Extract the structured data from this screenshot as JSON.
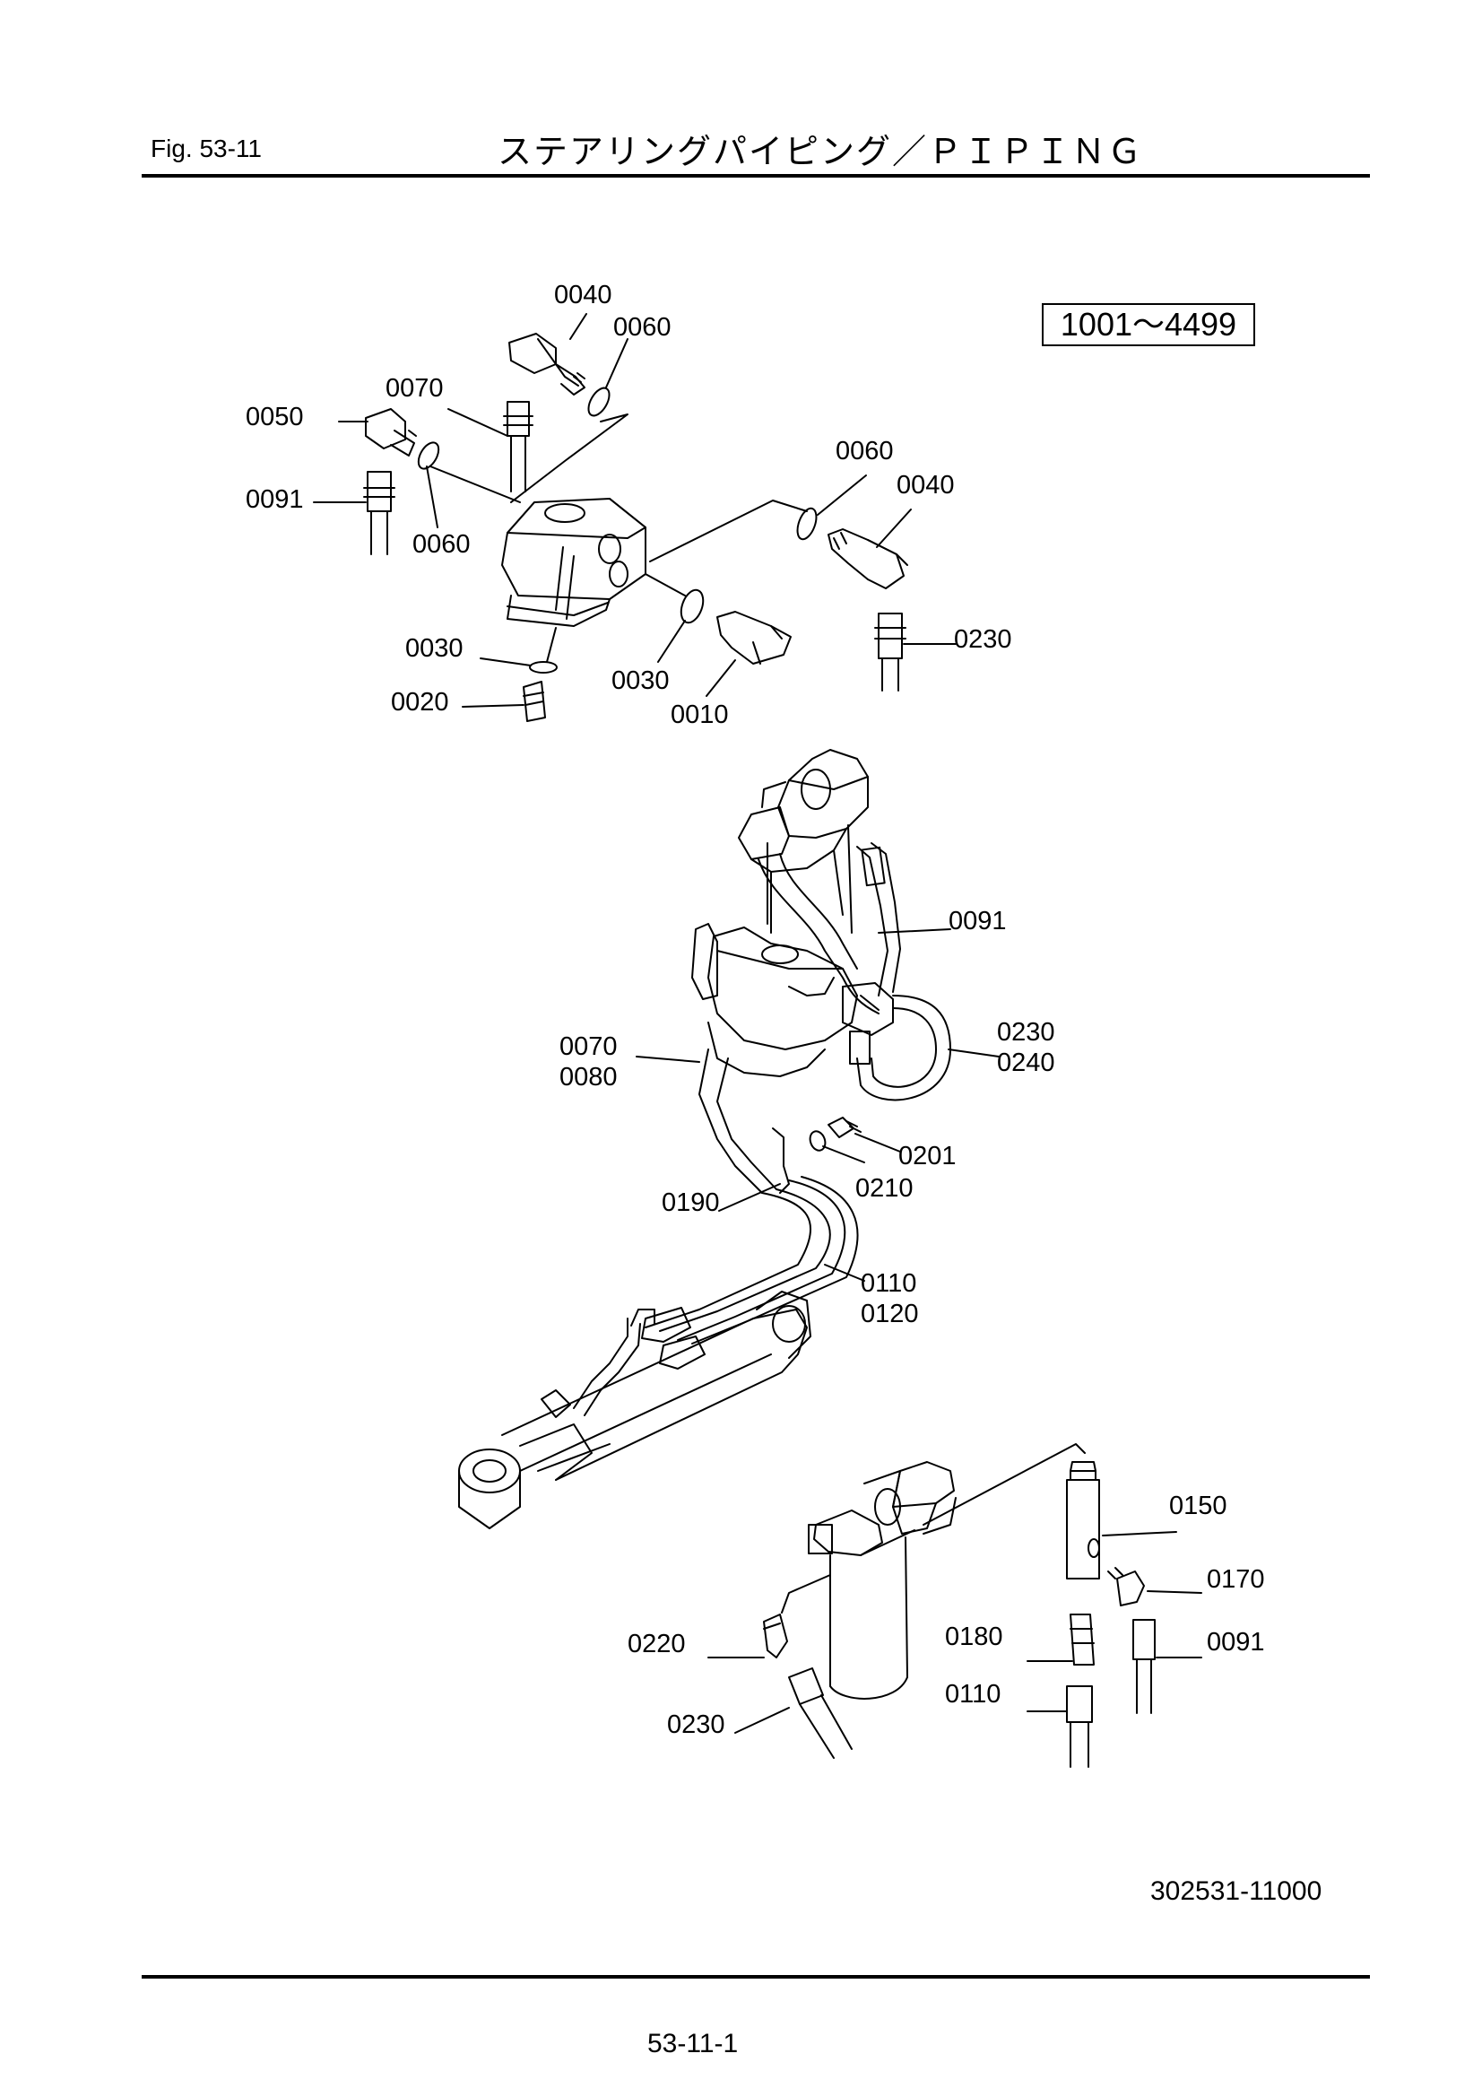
{
  "header": {
    "figure": "Fig.  53-11",
    "title": "ステアリングパイピング／ＰＩＰＩＮＧ"
  },
  "serial_range": "1001～4499",
  "callouts": [
    "0040",
    "0060",
    "0070",
    "0050",
    "0091",
    "0060",
    "0060",
    "0040",
    "0230",
    "0030",
    "0020",
    "0030",
    "0010",
    "0091",
    "0070",
    "0080",
    "0230",
    "0240",
    "0201",
    "0210",
    "0190",
    "0110",
    "0120",
    "0150",
    "0170",
    "0220",
    "0180",
    "0091",
    "0110",
    "0230"
  ],
  "footer": {
    "drawing_number": "302531-11000",
    "page": "53-11-1"
  }
}
